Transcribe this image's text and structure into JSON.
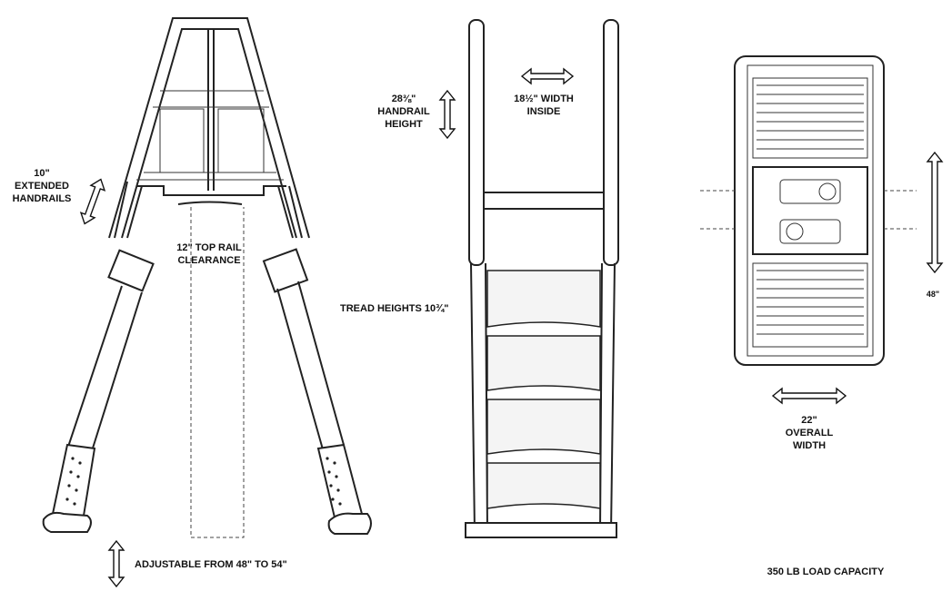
{
  "labels": {
    "extended_handrails_1": "10\"",
    "extended_handrails_2": "EXTENDED",
    "extended_handrails_3": "HANDRAILS",
    "top_rail_1": "12\" TOP RAIL",
    "top_rail_2": "CLEARANCE",
    "adjustable": "ADJUSTABLE FROM 48\" TO 54\"",
    "handrail_height_1": "28⅜\"",
    "handrail_height_2": "HANDRAIL",
    "handrail_height_3": "HEIGHT",
    "width_inside_1": "18½\" WIDTH",
    "width_inside_2": "INSIDE",
    "tread_heights": "TREAD HEIGHTS 10¾\"",
    "overall_width_1": "22\"",
    "overall_width_2": "OVERALL",
    "overall_width_3": "WIDTH",
    "length_48": "48\"",
    "load_capacity": "350 LB LOAD CAPACITY"
  }
}
